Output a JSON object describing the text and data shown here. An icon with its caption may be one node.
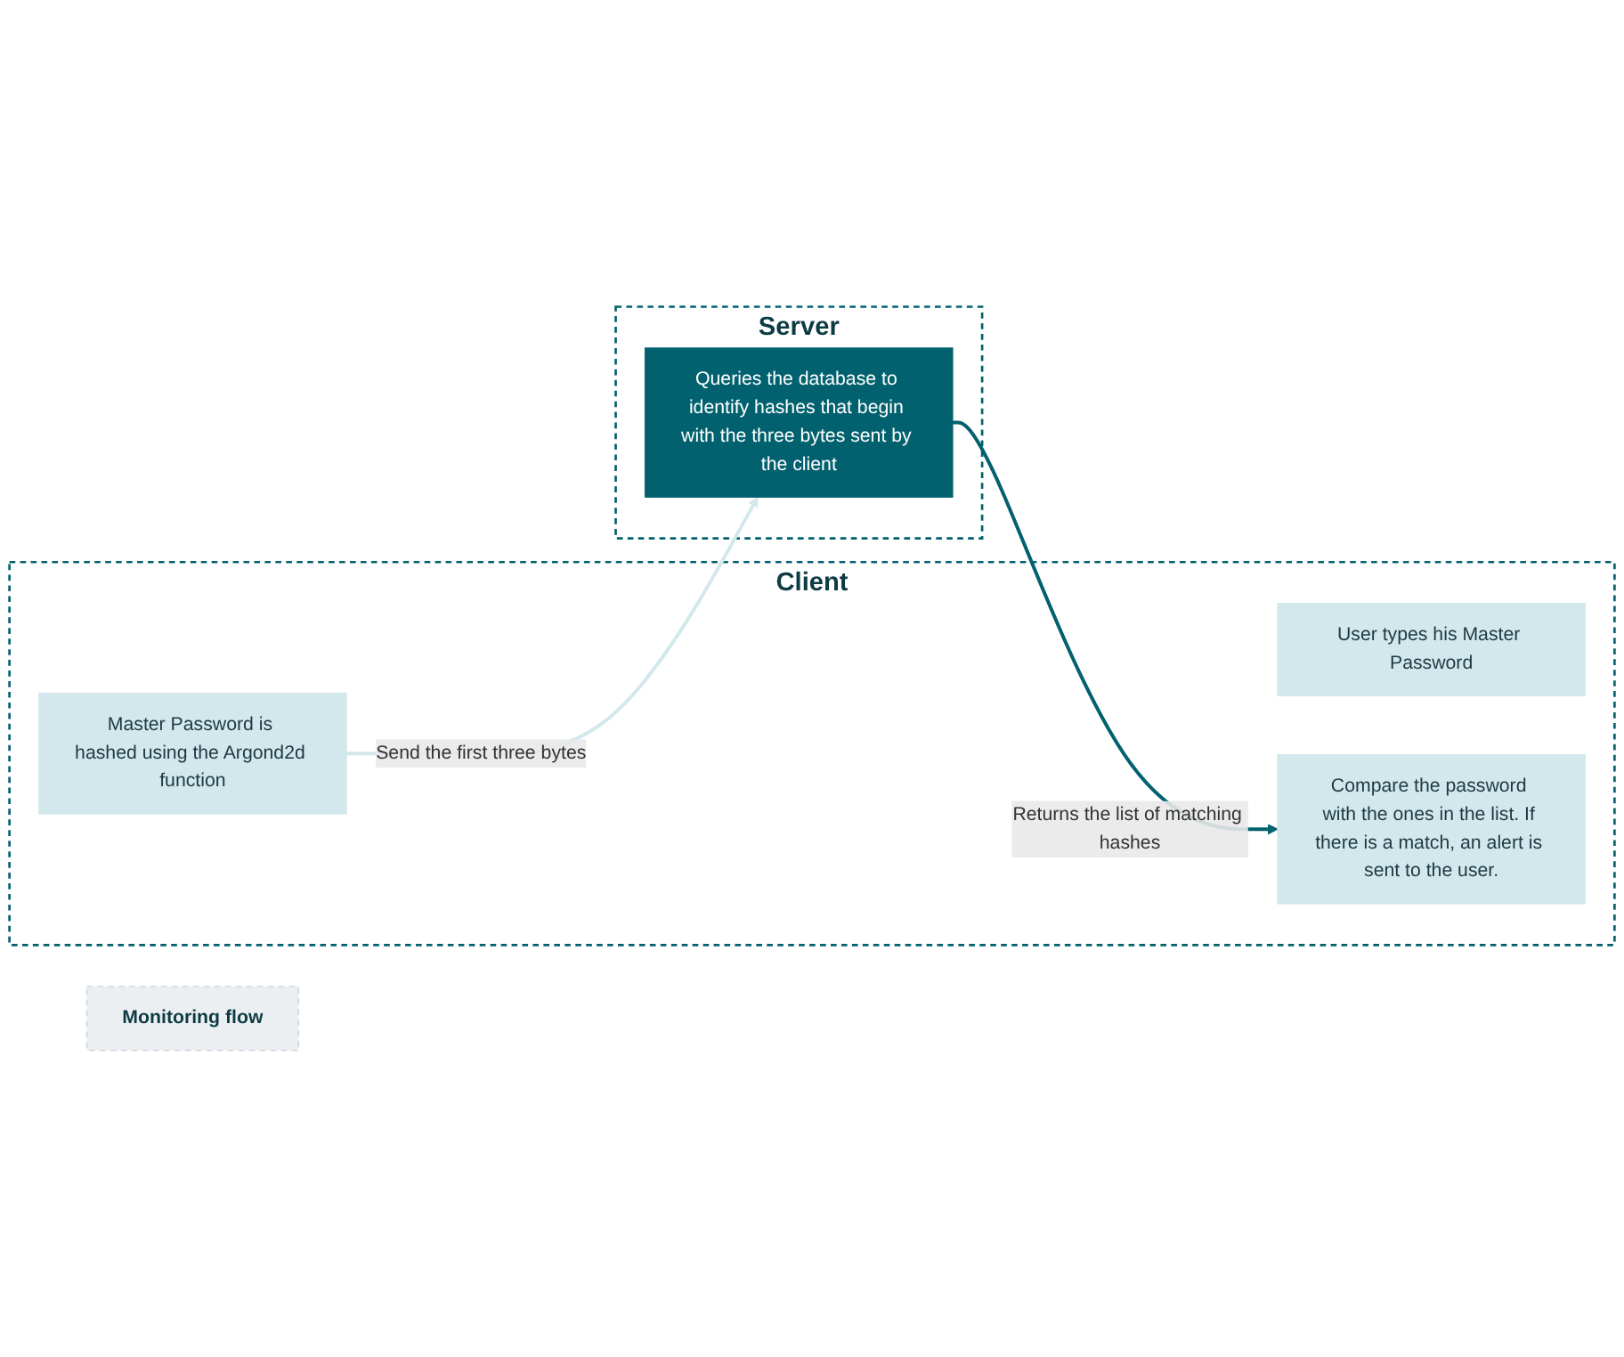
{
  "diagram": {
    "nodes": [
      {
        "text": [
          "Client"
        ]
      },
      {
        "text": [
          "Monitoring flow"
        ]
      },
      {
        "text": [
          "Server"
        ]
      },
      {
        "text": [
          "User types his Master Password"
        ],
        "in": 0
      },
      {
        "text": [
          "Master Password is hashed using the Argond2d function"
        ],
        "in": 0
      },
      {
        "text": [
          "Compare the password with the ones in the list. If there is a match, an alert is sent to the user."
        ],
        "in": 0
      },
      {
        "text": [
          "Queries the database to identify hashes that begin with the three bytes sent by the client"
        ],
        "in": 2
      }
    ],
    "edges": [
      {
        "from": 4,
        "to": 6,
        "arrow": "to",
        "label": "Send the first three bytes",
        "color": "#d2e8ec"
      },
      {
        "from": 6,
        "to": 5,
        "arrow": "to",
        "label": "Returns the list of matching hashes",
        "color": "#02616e"
      }
    ]
  }
}
